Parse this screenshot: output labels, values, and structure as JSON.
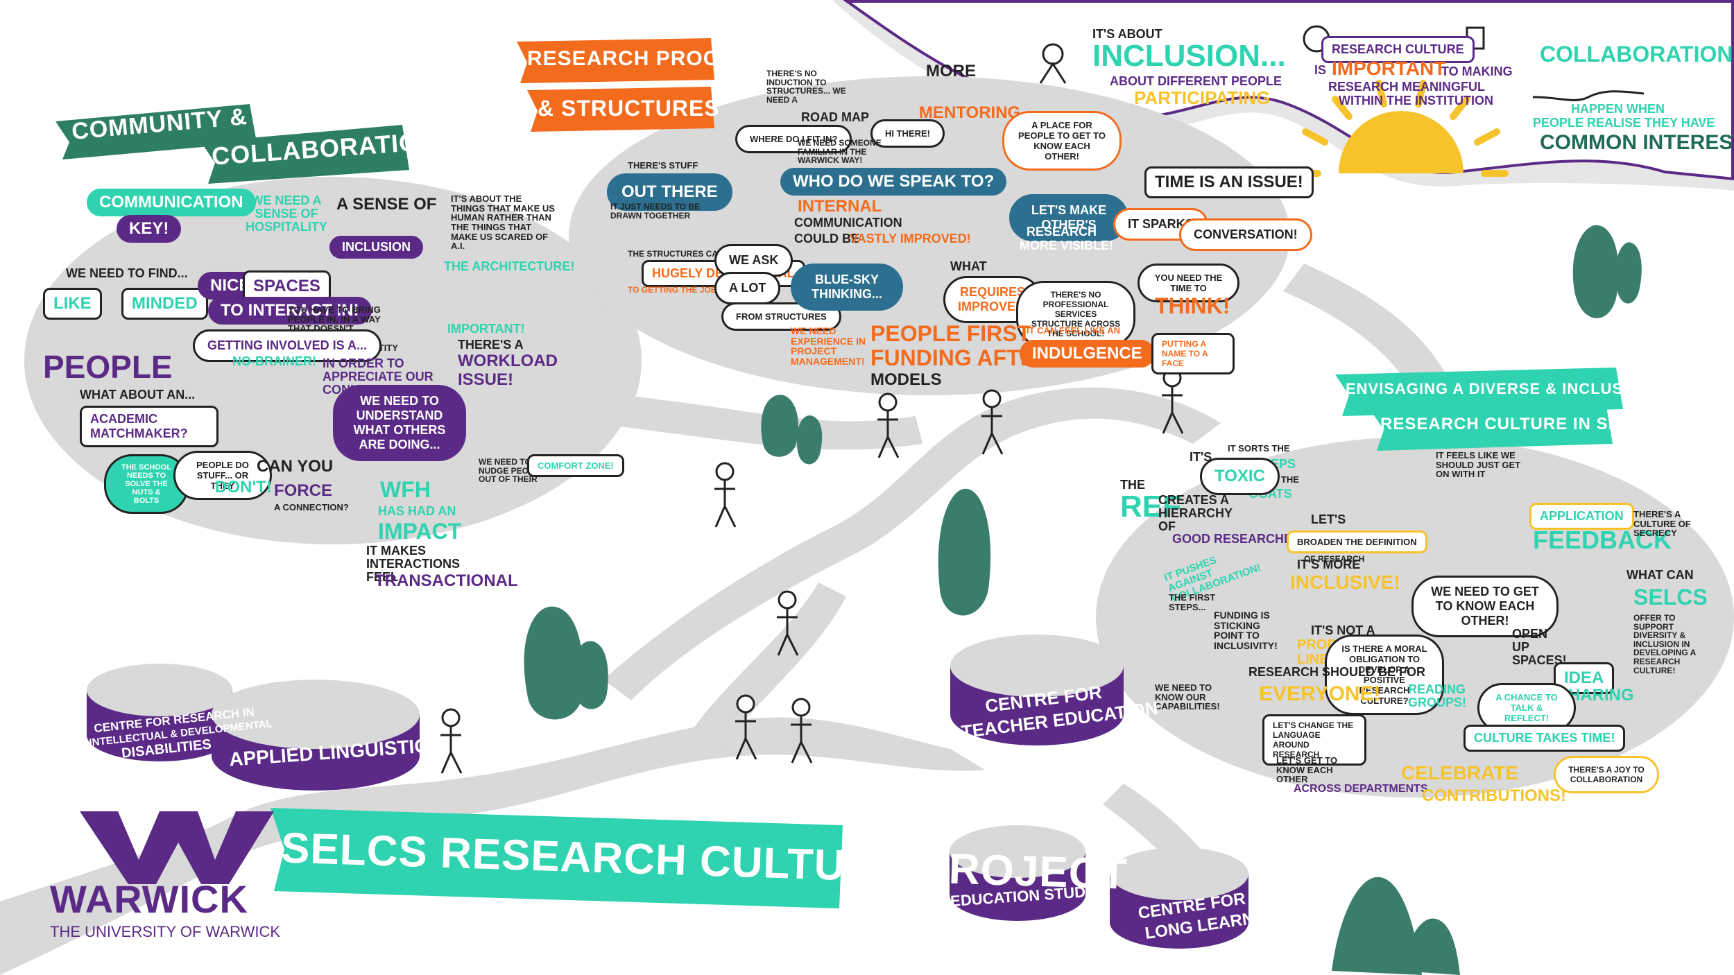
{
  "banners": {
    "community_1": "COMMUNITY &",
    "community_2": "COLLABORATION",
    "research_1": "RESEARCH PROCESS",
    "research_2": "& STRUCTURES",
    "envisaging_1": "ENVISAGING A DIVERSE & INCLUSIVE",
    "envisaging_2": "RESEARCH CULTURE IN SELCS",
    "main_title": "SELCS RESEARCH CULTURE PROJECT"
  },
  "sky": {
    "inclusion_pre": "IT'S ABOUT",
    "inclusion": "INCLUSION...",
    "inclusion_post": "ABOUT DIFFERENT PEOPLE",
    "participating": "PARTICIPATING",
    "research_culture": "RESEARCH CULTURE",
    "rc_is": "IS",
    "rc_important": "IMPORTANT",
    "rc_to_making": "TO MAKING",
    "rc_line2": "RESEARCH MEANINGFUL",
    "rc_line3": "WITHIN THE INSTITUTION",
    "collab_title": "COLLABORATIONS",
    "collab_line1": "HAPPEN WHEN",
    "collab_line2": "PEOPLE REALISE THEY HAVE",
    "collab_line3": "COMMON INTERESTS"
  },
  "community": {
    "communication": "COMMUNICATION",
    "key": "KEY!",
    "sense": "WE NEED A SENSE OF HOSPITALITY",
    "sense_inclusion": "A SENSE OF",
    "inclusion": "INCLUSION",
    "human": "IT'S ABOUT THE THINGS THAT MAKE US HUMAN RATHER THAN THE THINGS THAT MAKE US SCARED OF A.I.",
    "find": "WE NEED TO FIND...",
    "like": "LIKE",
    "minded": "MINDED",
    "people": "PEOPLE",
    "nice": "NICE",
    "spaces": "SPACES",
    "to_interact": "TO INTERACT IN!",
    "architecture": "THE ARCHITECTURE!",
    "important": "IMPORTANT!",
    "bring_people": "YOU HAVE TO BRING PEOPLE IN, IN A WAY THAT DOESN'T UNDERMINE THEIR EXPERTISE OR IDENTITY",
    "getting_involved": "GETTING INVOLVED IS A...",
    "no_brainer": "NO-BRAINER!",
    "appreciate": "IN ORDER TO APPRECIATE OUR CONNECTIONS...",
    "workload_1": "THERE'S A",
    "workload_2": "WORKLOAD",
    "workload_3": "ISSUE!",
    "what_about": "WHAT ABOUT AN...",
    "matchmaker": "ACADEMIC MATCHMAKER?",
    "understand": "WE NEED TO UNDERSTAND WHAT OTHERS ARE DOING...",
    "nudge": "WE NEED TO NUDGE PEOPLE OUT OF THEIR",
    "comfort": "COMFORT ZONE!",
    "nuts": "THE SCHOOL NEEDS TO SOLVE THE NUTS & BOLTS",
    "people_do": "PEOPLE DO STUFF... OR THEY",
    "dont": "DON'T!",
    "can_you": "CAN YOU",
    "force": "FORCE",
    "a_connection": "A CONNECTION?",
    "wfh": "WFH",
    "has_had": "HAS HAD AN",
    "impact": "IMPACT",
    "interactions": "IT MAKES INTERACTIONS FEEL",
    "transactional": "TRANSACTIONAL"
  },
  "research": {
    "induction": "THERE'S NO INDUCTION TO STRUCTURES... WE NEED A",
    "road_map": "ROAD MAP",
    "where_fit": "WHERE DO I FIT IN?",
    "hi_there": "HI THERE!",
    "more": "MORE",
    "mentoring": "MENTORING",
    "place": "A PLACE FOR PEOPLE TO GET TO KNOW EACH OTHER!",
    "stuff": "THERE'S STUFF",
    "out_there": "OUT THERE",
    "drawn_together": "IT JUST NEEDS TO BE DRAWN TOGETHER",
    "warwick_way": "WE NEED SOMEONE FAMILIAR IN THE WARWICK WAY!",
    "who_speak": "WHO DO WE SPEAK TO?",
    "internal": "INTERNAL",
    "communication": "COMMUNICATION",
    "could_be": "COULD BE",
    "vastly": "VASTLY IMPROVED!",
    "time_is": "TIME IS AN ISSUE!",
    "lets_make": "LET'S MAKE OTHER'S",
    "research_word": "RESEARCH",
    "more_visible": "MORE VISIBLE!",
    "it_sparks": "IT SPARKS",
    "conversation": "CONVERSATION!",
    "structures_can": "THE STRUCTURES CAN BE",
    "hugely": "HUGELY DETRIMENTAL",
    "getting_job": "TO GETTING THE JOB DONE!",
    "we_ask": "WE ASK",
    "a_lot": "A LOT",
    "from_structures": "FROM STRUCTURES",
    "blue_sky": "BLUE-SKY THINKING...",
    "project_mgmt": "WE NEED EXPERIENCE IN PROJECT MANAGEMENT!",
    "what_requires": "WHAT",
    "requires_improvement": "REQUIRES IMPROVEMENT?",
    "no_professional": "THERE'S NO PROFESSIONAL SERVICES STRUCTURE ACROSS THE SCHOOL!",
    "people_first": "PEOPLE FIRST",
    "funding_after": "FUNDING AFTER",
    "models": "MODELS",
    "you_need": "YOU NEED THE TIME TO",
    "think": "THINK!",
    "indulgence_pre": "IT CAN FEEL LIKE AN",
    "indulgence": "INDULGENCE",
    "putting_name": "PUTTING A NAME TO A FACE"
  },
  "envisaging": {
    "sorts_the": "IT SORTS THE",
    "sheeps": "SHEEPS",
    "from_the": "FROM THE",
    "goats": "GOATS",
    "the_ref": "THE",
    "ref": "REF",
    "creates": "CREATES A HIERARCHY OF",
    "good_researchers": "GOOD RESEARCHERS",
    "its_toxic": "IT'S",
    "toxic": "TOXIC",
    "feels_like": "IT FEELS LIKE WE SHOULD JUST GET ON WITH IT",
    "application": "APPLICATION",
    "feedback": "FEEDBACK",
    "culture_secrecy": "THERE'S A CULTURE OF SECRECY",
    "lets_broaden": "LET'S",
    "broaden": "BROADEN THE DEFINITION",
    "of_research": "OF RESEARCH",
    "pushes_against": "IT PUSHES AGAINST COLLABORATION!",
    "its_more": "IT'S MORE",
    "inclusive": "INCLUSIVE!",
    "first_steps": "THE FIRST STEPS...",
    "funding": "FUNDING IS STICKING POINT TO INCLUSIVITY!",
    "not_a": "IT'S NOT A",
    "production_line": "PRODUCTION LINE",
    "know_each_other": "WE NEED TO GET TO KNOW EACH OTHER!",
    "what_can": "WHAT CAN",
    "selcs": "SELCS",
    "offer": "OFFER TO SUPPORT DIVERSITY & INCLUSION IN DEVELOPING A RESEARCH CULTURE!",
    "moral": "IS THERE A MORAL OBLIGATION TO DEVELOP A POSITIVE RESEARCH CULTURE?",
    "research_should": "RESEARCH SHOULD BE FOR",
    "everyone": "EVERYONE!",
    "open_up": "OPEN UP SPACES!",
    "idea": "IDEA",
    "sharing": "SHARING",
    "know_capabilities": "WE NEED TO KNOW OUR CAPABILITIES!",
    "change_language": "LET'S CHANGE THE LANGUAGE AROUND RESEARCH",
    "reading": "READING GROUPS!",
    "chance": "A CHANCE TO TALK & REFLECT!",
    "culture_time": "CULTURE TAKES TIME!",
    "lets_get": "LET'S GET TO KNOW EACH OTHER",
    "across": "ACROSS DEPARTMENTS",
    "celebrate": "CELEBRATE",
    "contributions": "CONTRIBUTIONS!",
    "joy": "THERE'S A JOY TO COLLABORATION"
  },
  "centres": {
    "cidd_1": "CENTRE FOR RESEARCH IN",
    "cidd_2": "INTELLECTUAL & DEVELOPMENTAL",
    "cidd_3": "DISABILITIES",
    "applied": "APPLIED LINGUISTICS",
    "teacher_1": "CENTRE FOR",
    "teacher_2": "TEACHER EDUCATION",
    "education": "EDUCATION STUDIES",
    "lifelong_1": "CENTRE FOR LIFE",
    "lifelong_2": "LONG LEARNING"
  },
  "logo": {
    "name": "WARWICK",
    "sub": "THE UNIVERSITY OF WARWICK"
  },
  "colors": {
    "teal": "#2fd3b0",
    "purple": "#5b2a86",
    "orange": "#f36b1c",
    "yellow": "#f7c32b",
    "grey": "#d9d9d9",
    "tree": "#3a7d6a"
  }
}
